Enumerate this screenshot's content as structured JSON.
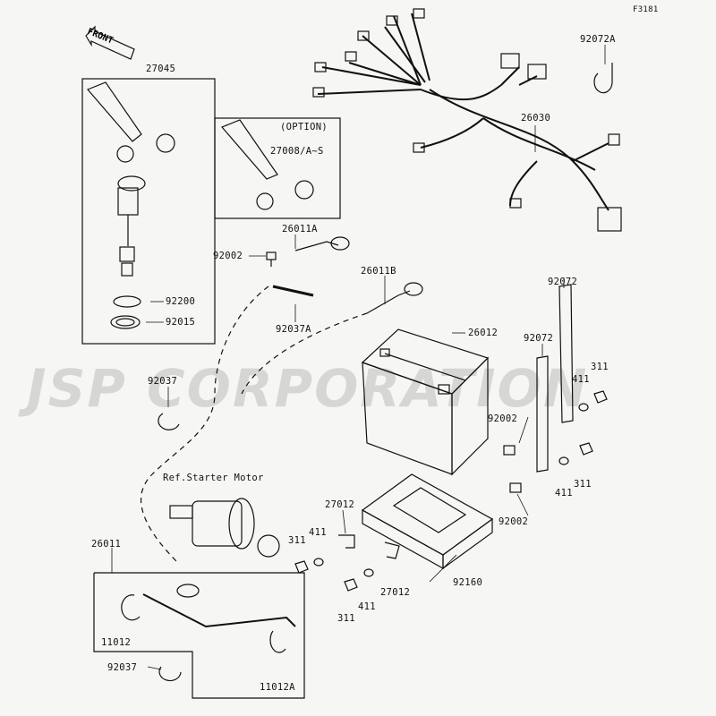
{
  "figure_code": "F3181",
  "watermark": "JSP CORPORATION",
  "front_label": "FRONT",
  "option_label": "(OPTION)",
  "ref_label": "Ref.Starter Motor",
  "labels": {
    "p27045": "27045",
    "p27008": "27008/A~S",
    "p92200": "92200",
    "p92015": "92015",
    "p92002a": "92002",
    "p26011A": "26011A",
    "p92037A": "92037A",
    "p26011B": "26011B",
    "p26012": "26012",
    "p92072A": "92072A",
    "p26030": "26030",
    "p92072a": "92072",
    "p92072b": "92072",
    "p311a": "311",
    "p411a": "411",
    "p92002b": "92002",
    "p411b": "411",
    "p311b": "311",
    "p92002c": "92002",
    "p92037a": "92037",
    "p27012a": "27012",
    "p411c": "411",
    "p311c": "311",
    "p26011": "26011",
    "p11012": "11012",
    "p92037b": "92037",
    "p11012A": "11012A",
    "p411d": "411",
    "p311d": "311",
    "p27012b": "27012",
    "p92160": "92160"
  }
}
